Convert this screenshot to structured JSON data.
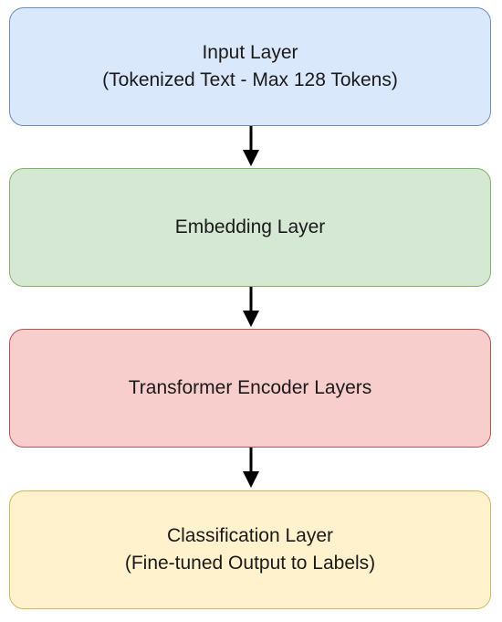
{
  "layers": [
    {
      "id": "input",
      "line1": "Input Layer",
      "line2": "(Tokenized Text - Max 128 Tokens)",
      "fill": "#dae8fc",
      "stroke": "#6c8ebf"
    },
    {
      "id": "embedding",
      "line1": "Embedding Layer",
      "line2": "",
      "fill": "#d5e8d4",
      "stroke": "#82b366"
    },
    {
      "id": "encoder",
      "line1": "Transformer Encoder Layers",
      "line2": "",
      "fill": "#f8cecc",
      "stroke": "#b85450"
    },
    {
      "id": "classification",
      "line1": "Classification Layer",
      "line2": "(Fine-tuned Output to Labels)",
      "fill": "#fff2cc",
      "stroke": "#d6b656"
    }
  ],
  "arrow_color": "#000000"
}
